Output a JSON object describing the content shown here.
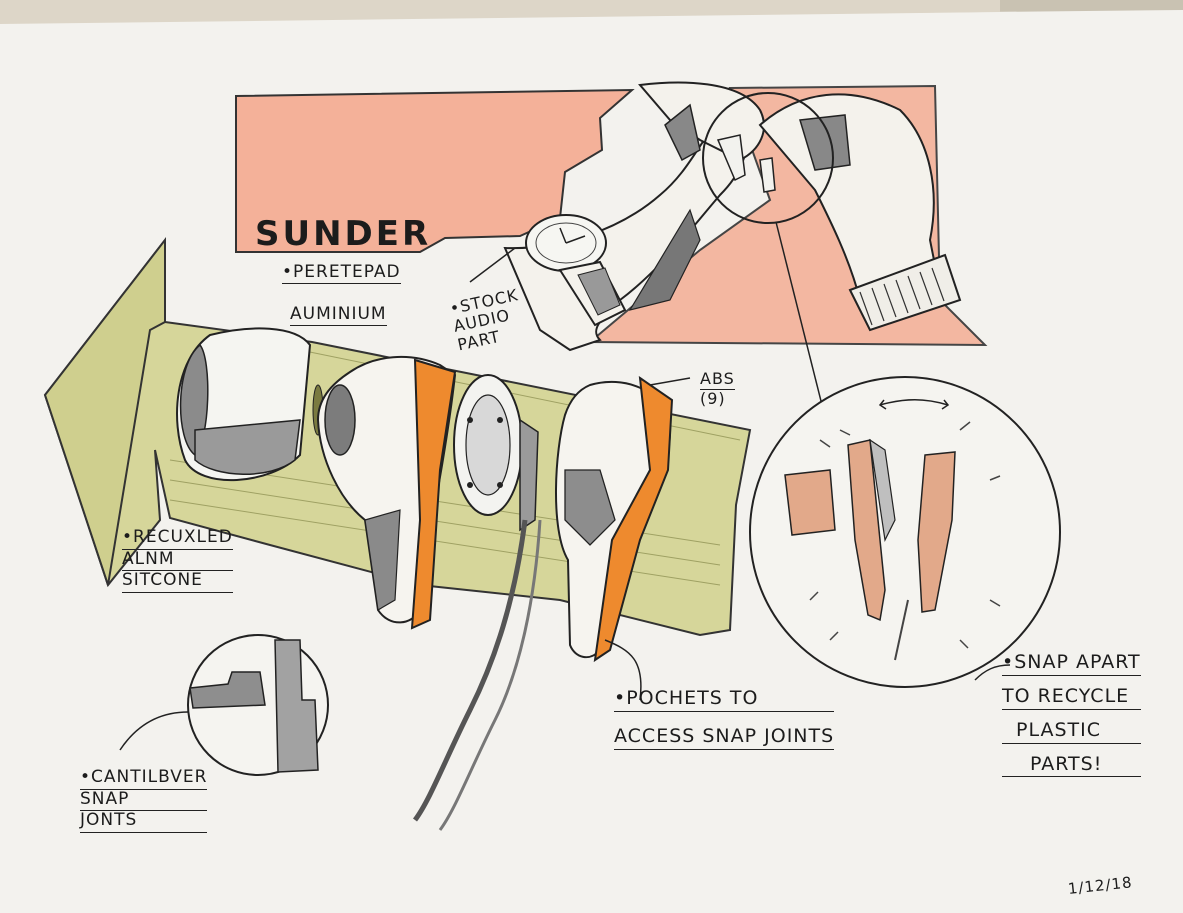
{
  "sketch": {
    "title": "SUNDER",
    "colors": {
      "paper": "#f3f2ee",
      "salmon": "#f4b199",
      "olive": "#d6d69a",
      "orange": "#ee8a2e",
      "ink": "#1c1c1c",
      "skin": "#e2a98a"
    },
    "labels": {
      "peretepad": "•PERETEPAD",
      "auminium": "AUMINIUM",
      "stock_audio_part": [
        "•STOCK",
        "AUDIO",
        "PART"
      ],
      "abs": [
        "ABS",
        "(9)"
      ],
      "recuxled": [
        "•RECUXLED",
        "ALNM",
        "SITCONE"
      ],
      "cantilbver": [
        "•CANTILBVER",
        "SNAP",
        "JONTS"
      ],
      "pochets": [
        "•POCHETS TO",
        "ACCESS SNAP JOINTS"
      ],
      "snap_apart": [
        "•SNAP APART",
        "TO RECYCLE",
        "PLASTIC",
        "PARTS!"
      ],
      "date": "1/12/18"
    }
  }
}
